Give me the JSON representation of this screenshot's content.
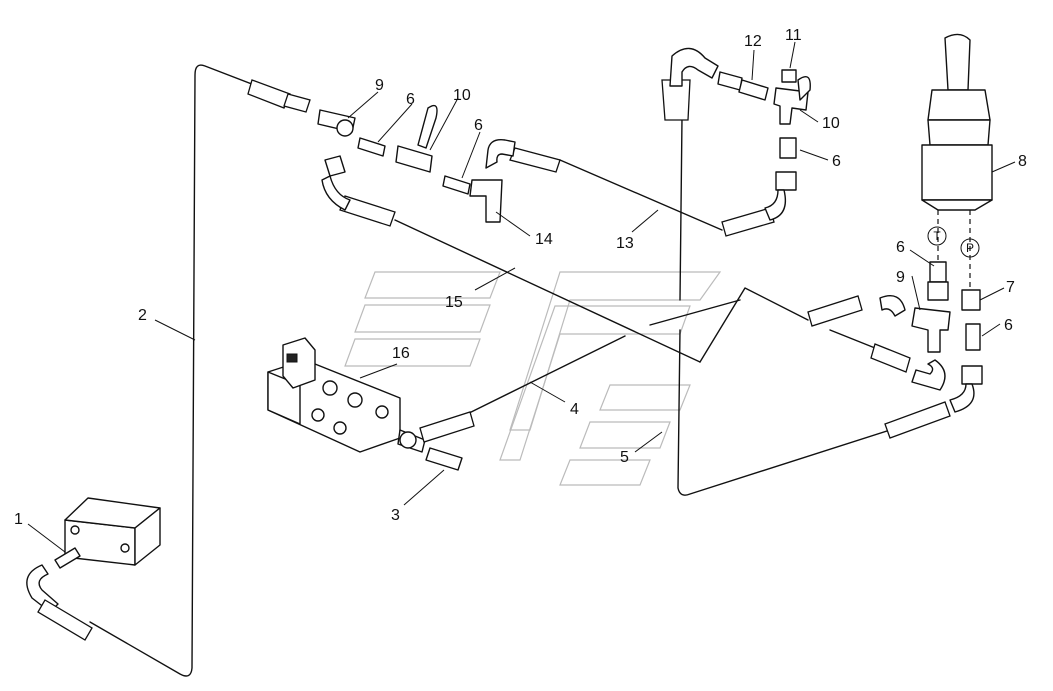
{
  "diagram": {
    "callouts": {
      "c1": "1",
      "c2": "2",
      "c3": "3",
      "c4": "4",
      "c5": "5",
      "c6a": "6",
      "c6b": "6",
      "c6c": "6",
      "c6d": "6",
      "c6e": "6",
      "c7": "7",
      "c8": "8",
      "c9a": "9",
      "c9b": "9",
      "c10a": "10",
      "c10b": "10",
      "c11": "11",
      "c12": "12",
      "c13": "13",
      "c14": "14",
      "c15": "15",
      "c16": "16"
    },
    "port_marks": {
      "t": "T",
      "p": "P"
    }
  }
}
